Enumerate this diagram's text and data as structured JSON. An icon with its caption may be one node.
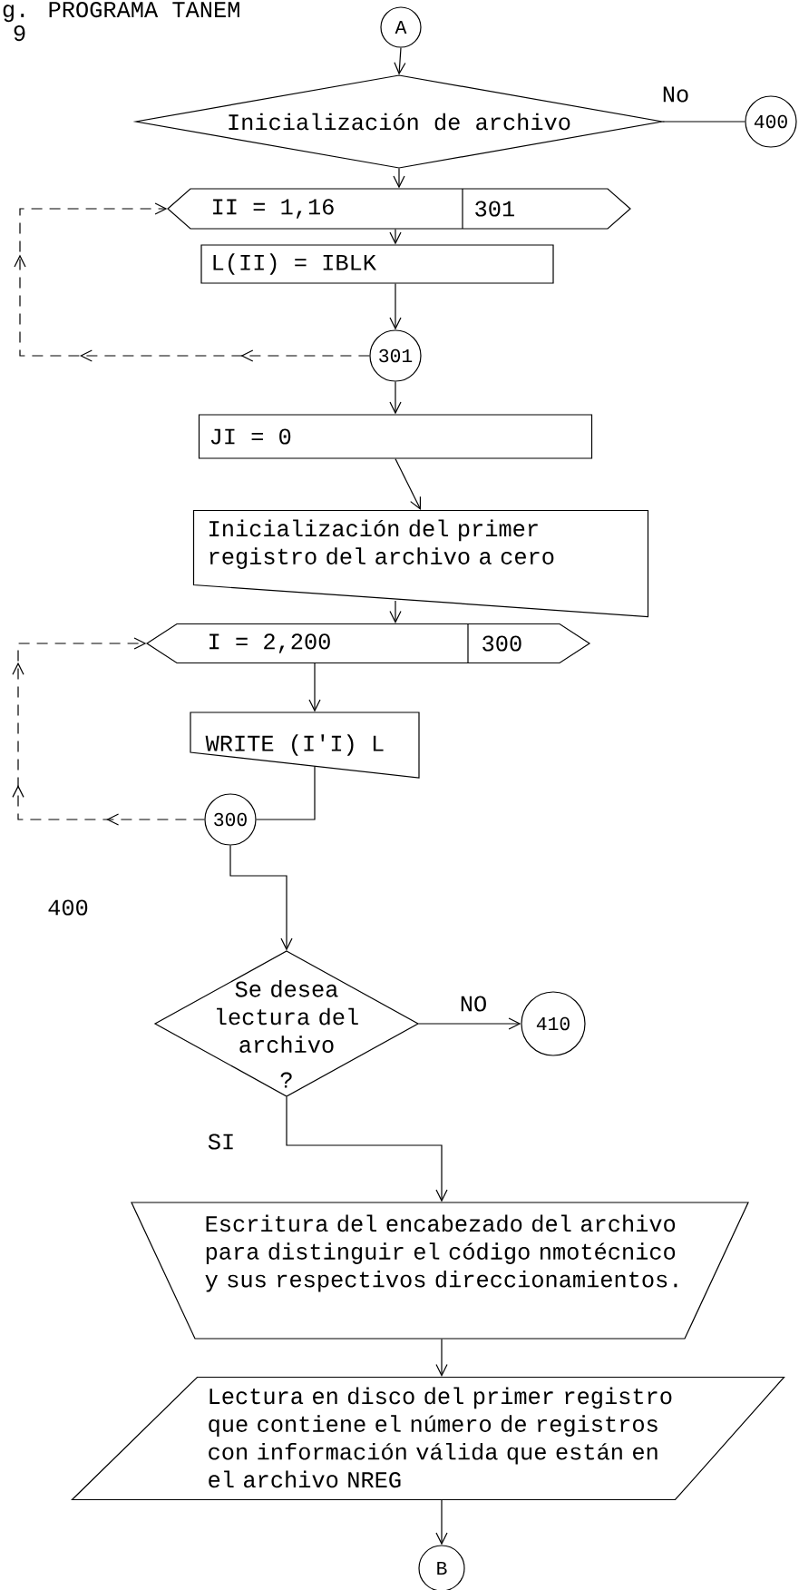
{
  "diagram": {
    "nodes": [
      {
        "text": [
          "A"
        ]
      },
      {
        "text": [
          "Inicialización de archivo"
        ]
      },
      {
        "text": [
          "400"
        ]
      },
      {
        "text": [
          "II = 1,16",
          "301"
        ]
      },
      {
        "text": [
          "L(II) = IBLK"
        ]
      },
      {
        "text": [
          "301"
        ]
      },
      {
        "text": [
          "JI = 0"
        ]
      },
      {
        "text": [
          "Inicialización del primer registro del archivo a cero"
        ]
      },
      {
        "text": [
          "I = 2,200",
          "300"
        ]
      },
      {
        "text": [
          "WRITE (I'I) L"
        ]
      },
      {
        "text": [
          "300"
        ]
      },
      {
        "text": [
          "Se desea lectura del archivo",
          "?"
        ]
      },
      {
        "text": [
          "410"
        ]
      },
      {
        "text": [
          "Escritura del encabezado del archivo para distinguir el código nmotécnico y sus respectivos direccionamientos."
        ]
      },
      {
        "text": [
          "Lectura en disco del primer registro que contiene el número de registros con información válida que están en el archivo NREG"
        ]
      },
      {
        "text": [
          "B"
        ]
      }
    ],
    "edges": [
      {
        "from": 0,
        "to": 1,
        "arrow": "to"
      },
      {
        "from": 1,
        "to": 2,
        "arrow": "none",
        "label": "No"
      },
      {
        "from": 1,
        "to": 3,
        "arrow": "to"
      },
      {
        "from": 3,
        "to": 4,
        "arrow": "to"
      },
      {
        "from": 4,
        "to": 5,
        "arrow": "to"
      },
      {
        "from": 5,
        "to": 3,
        "arrow": "to",
        "style": "dashed"
      },
      {
        "from": 5,
        "to": 6,
        "arrow": "to"
      },
      {
        "from": 6,
        "to": 7,
        "arrow": "to"
      },
      {
        "from": 7,
        "to": 8,
        "arrow": "to"
      },
      {
        "from": 8,
        "to": 9,
        "arrow": "to"
      },
      {
        "from": 9,
        "to": 10,
        "arrow": "none"
      },
      {
        "from": 10,
        "to": 8,
        "arrow": "to",
        "style": "dashed"
      },
      {
        "from": 10,
        "to": 11,
        "arrow": "to"
      },
      {
        "from": 11,
        "to": 12,
        "arrow": "to",
        "label": "NO"
      },
      {
        "from": 11,
        "to": 13,
        "arrow": "to",
        "label": "SI"
      },
      {
        "from": 13,
        "to": 14,
        "arrow": "to"
      },
      {
        "from": 14,
        "to": 15,
        "arrow": "to"
      }
    ],
    "labels": [
      "g. PROGRAMA TANEM",
      "9",
      "400"
    ]
  }
}
